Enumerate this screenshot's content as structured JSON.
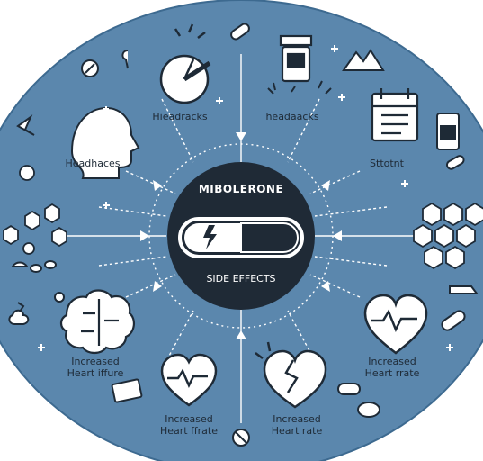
{
  "center": {
    "title": "MIBOLERONE",
    "subtitle": "SIDE EFFECTS"
  },
  "labels": {
    "top_left": "Hieadracks",
    "top_right": "headaacks",
    "left": "Headhaces",
    "right": "Sttotnt",
    "bottom_left_upper_1": "Increased",
    "bottom_left_upper_2": "Heart iffure",
    "bottom_right_upper_1": "Increased",
    "bottom_right_upper_2": "Heart rrate",
    "bottom_left_1": "Increased",
    "bottom_left_2": "Heart ffrate",
    "bottom_right_1": "Increased",
    "bottom_right_2": "Heart rate"
  },
  "colors": {
    "background_ellipse": "#5b87ad",
    "center_circle": "#1f2a36",
    "line": "#ffffff",
    "icon_stroke": "#1e2a36"
  },
  "icons": [
    "pill-capsule-icon",
    "head-icon",
    "clock-icon",
    "pill-bottle-icon",
    "calendar-icon",
    "brain-icon",
    "heart-pulse-icon",
    "broken-heart-icon",
    "hexagon-cluster-icon",
    "mountain-icon",
    "lightning-icon"
  ]
}
